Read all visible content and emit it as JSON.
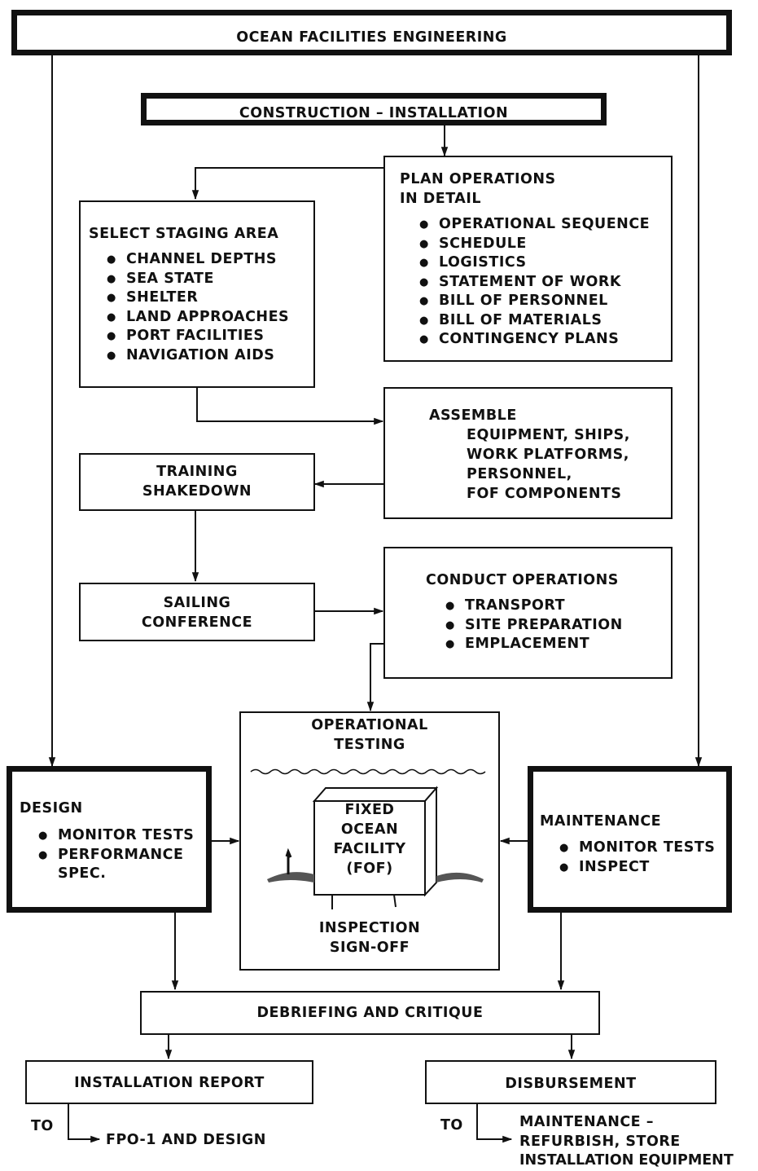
{
  "title": "OCEAN FACILITIES ENGINEERING",
  "construction": "CONSTRUCTION – INSTALLATION",
  "staging": {
    "title": "SELECT STAGING AREA",
    "items": [
      "CHANNEL DEPTHS",
      "SEA STATE",
      "SHELTER",
      "LAND APPROACHES",
      "PORT FACILITIES",
      "NAVIGATION AIDS"
    ]
  },
  "plan": {
    "title_1": "PLAN OPERATIONS",
    "title_2": "IN DETAIL",
    "items": [
      "OPERATIONAL SEQUENCE",
      "SCHEDULE",
      "LOGISTICS",
      "STATEMENT OF WORK",
      "BILL OF PERSONNEL",
      "BILL OF MATERIALS",
      "CONTINGENCY PLANS"
    ]
  },
  "assemble": {
    "title": "ASSEMBLE",
    "lines": [
      "EQUIPMENT, SHIPS,",
      "WORK PLATFORMS,",
      "PERSONNEL,",
      "FOF COMPONENTS"
    ]
  },
  "training": [
    "TRAINING",
    "SHAKEDOWN"
  ],
  "sailing": [
    "SAILING",
    "CONFERENCE"
  ],
  "conduct": {
    "title": "CONDUCT OPERATIONS",
    "items": [
      "TRANSPORT",
      "SITE PREPARATION",
      "EMPLACEMENT"
    ]
  },
  "testing": {
    "title": [
      "OPERATIONAL",
      "TESTING"
    ],
    "facility": [
      "FIXED",
      "OCEAN",
      "FACILITY",
      "(FOF)"
    ],
    "signoff": [
      "INSPECTION",
      "SIGN-OFF"
    ]
  },
  "design": {
    "title": "DESIGN",
    "items": [
      "MONITOR TESTS",
      "PERFORMANCE"
    ],
    "cont": "SPEC."
  },
  "maintenance": {
    "title": "MAINTENANCE",
    "items": [
      "MONITOR TESTS",
      "INSPECT"
    ]
  },
  "debrief": "DEBRIEFING AND CRITIQUE",
  "report": {
    "title": "INSTALLATION REPORT",
    "to": "TO",
    "dest": "FPO-1 AND DESIGN"
  },
  "disbursement": {
    "title": "DISBURSEMENT",
    "to": "TO",
    "dest": [
      "MAINTENANCE –",
      "REFURBISH, STORE",
      "INSTALLATION EQUIPMENT"
    ]
  }
}
